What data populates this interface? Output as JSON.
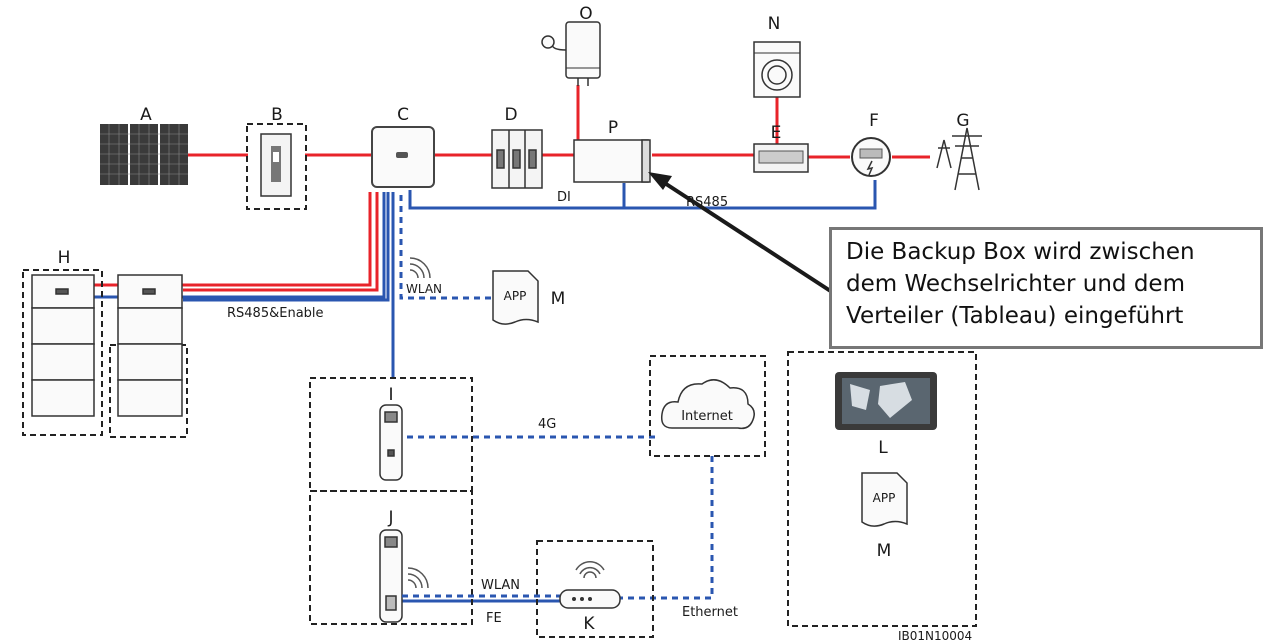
{
  "labels": {
    "a": "A",
    "b": "B",
    "c": "C",
    "d": "D",
    "e": "E",
    "f": "F",
    "g": "G",
    "h": "H",
    "i": "I",
    "j": "J",
    "k": "K",
    "l": "L",
    "m": "M",
    "m2": "M",
    "n": "N",
    "o": "O",
    "p": "P"
  },
  "connections": {
    "di": "DI",
    "rs485": "RS485",
    "rs485_enable": "RS485&Enable",
    "wlan_app": "WLAN",
    "four_g": "4G",
    "wlan_dongle": "WLAN",
    "fe": "FE",
    "ethernet": "Ethernet"
  },
  "icons": {
    "app": "APP",
    "app2": "APP",
    "internet": "Internet"
  },
  "callout": {
    "line1": "Die Backup Box wird zwischen",
    "line2": "dem Wechselrichter und dem",
    "line3": "Verteiler (Tableau) eingeführt"
  },
  "figure_id": "IB01N10004",
  "colors": {
    "ac_line": "#e8232a",
    "comm_line": "#2a56b0",
    "box_border": "#222222",
    "callout_border": "#777777"
  }
}
